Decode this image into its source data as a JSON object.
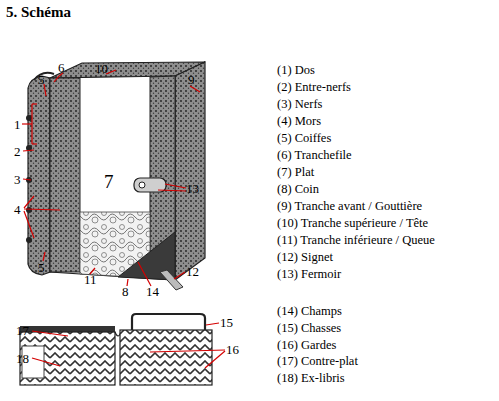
{
  "diagram": {
    "title": "5. Schéma",
    "labels": [
      "(1) Dos",
      "(2) Entre-nerfs",
      "(3) Nerfs",
      "(4) Mors",
      "(5) Coiffes",
      "(6) Tranchefile",
      "(7) Plat",
      "(8) Coin",
      "(9) Tranche avant / Gouttière",
      "(10) Tranche supérieure / Tête",
      "(11) Tranche inférieure / Queue",
      "(12) Signet",
      "(13) Fermoir",
      "(14) Champs",
      "(15) Chasses",
      "(16) Gardes",
      "(17) Contre-plat",
      "(18) Ex-libris",
      "6",
      "10",
      "5",
      "9",
      "1",
      "2",
      "3",
      "7",
      "13",
      "4",
      "5",
      "12",
      "11",
      "8",
      "14",
      "15",
      "17",
      "16",
      "18"
    ]
  }
}
